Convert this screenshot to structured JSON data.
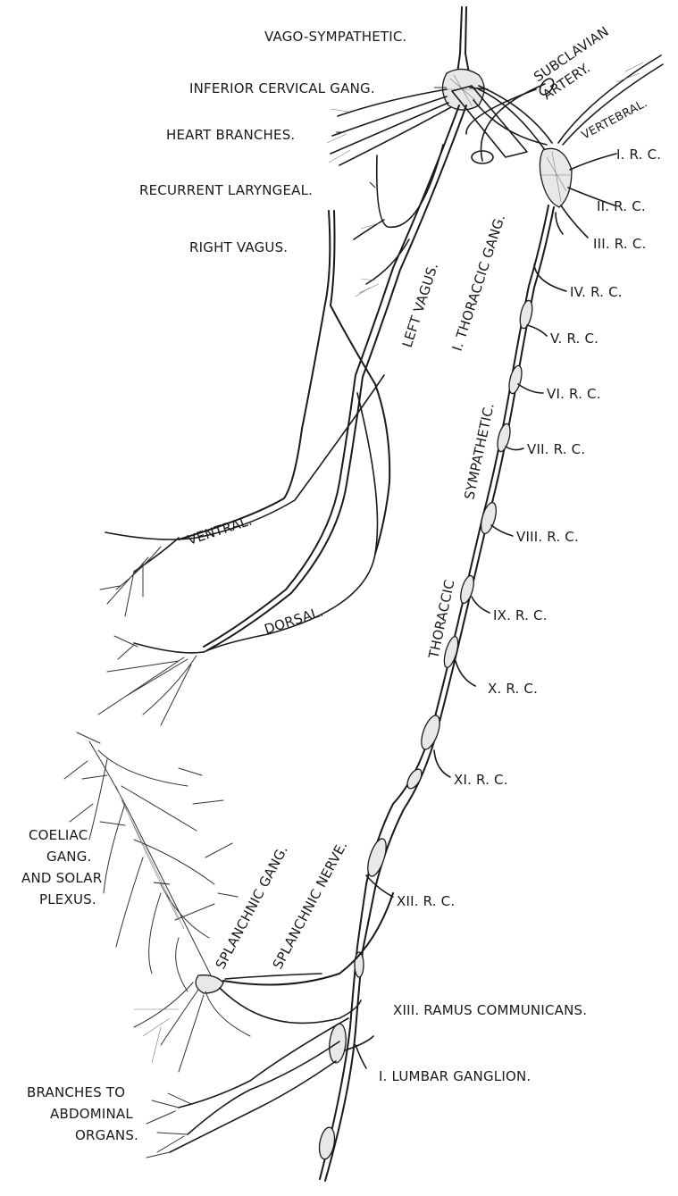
{
  "labels": {
    "vago_sympathetic": "VAGO-SYMPATHETIC.",
    "inferior_cervical_gang": "INFERIOR CERVICAL GANG.",
    "heart_branches": "HEART BRANCHES.",
    "recurrent_laryngeal": "RECURRENT LARYNGEAL.",
    "right_vagus": "RIGHT VAGUS.",
    "left_vagus": "LEFT VAGUS.",
    "subclavian": "SUBCLAVIAN",
    "artery": "ARTERY.",
    "vertebral": "VERTEBRAL.",
    "thoracic_gang": "I. THORACCIC GANG.",
    "sympathetic": "SYMPATHETIC.",
    "thoracic": "THORACCIC",
    "ventral": "VENTRAL.",
    "dorsal": "DORSAL.",
    "coeliac_1": "COELIAC",
    "coeliac_2": "GANG.",
    "coeliac_3": "AND SOLAR",
    "coeliac_4": "PLEXUS.",
    "splanchnic_gang": "SPLANCHNIC GANG.",
    "splanchnic_nerve": "SPLANCHNIC NERVE.",
    "xiii_ramus": "XIII. RAMUS COMMUNICANS.",
    "lumbar_ganglion": "I. LUMBAR GANGLION.",
    "branches_1": "BRANCHES TO",
    "branches_2": "ABDOMINAL",
    "branches_3": "ORGANS."
  },
  "rami": [
    "I. R. C.",
    "II. R. C.",
    "III. R. C.",
    "IV. R. C.",
    "V. R. C.",
    "VI. R. C.",
    "VII. R. C.",
    "VIII. R. C.",
    "IX. R. C.",
    "X. R. C.",
    "XI. R. C.",
    "XII. R. C."
  ]
}
